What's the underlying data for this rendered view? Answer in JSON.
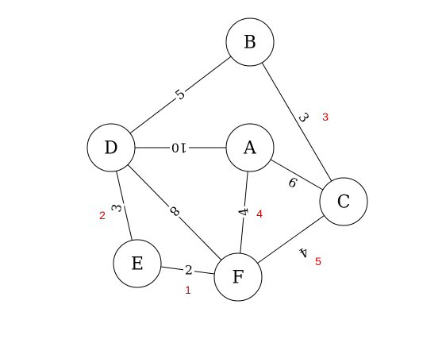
{
  "diagram": {
    "colors": {
      "line": "#000000",
      "node_fill": "#ffffff",
      "annotation": "#e00000"
    },
    "nodes": [
      {
        "id": "B",
        "label": "B"
      },
      {
        "id": "D",
        "label": "D"
      },
      {
        "id": "A",
        "label": "A"
      },
      {
        "id": "C",
        "label": "C"
      },
      {
        "id": "E",
        "label": "E"
      },
      {
        "id": "F",
        "label": "F"
      }
    ],
    "edges": [
      {
        "id": "B-D",
        "from": "B",
        "to": "D",
        "weight": "5",
        "order": ""
      },
      {
        "id": "B-C",
        "from": "B",
        "to": "C",
        "weight": "3",
        "order": "3"
      },
      {
        "id": "D-A",
        "from": "D",
        "to": "A",
        "weight": "10",
        "order": ""
      },
      {
        "id": "A-C",
        "from": "A",
        "to": "C",
        "weight": "6",
        "order": ""
      },
      {
        "id": "D-E",
        "from": "D",
        "to": "E",
        "weight": "3",
        "order": "2"
      },
      {
        "id": "D-F",
        "from": "D",
        "to": "F",
        "weight": "8",
        "order": ""
      },
      {
        "id": "A-F",
        "from": "A",
        "to": "F",
        "weight": "4",
        "order": "4"
      },
      {
        "id": "C-F",
        "from": "C",
        "to": "F",
        "weight": "4",
        "order": "5"
      },
      {
        "id": "E-F",
        "from": "E",
        "to": "F",
        "weight": "2",
        "order": "1"
      }
    ]
  }
}
